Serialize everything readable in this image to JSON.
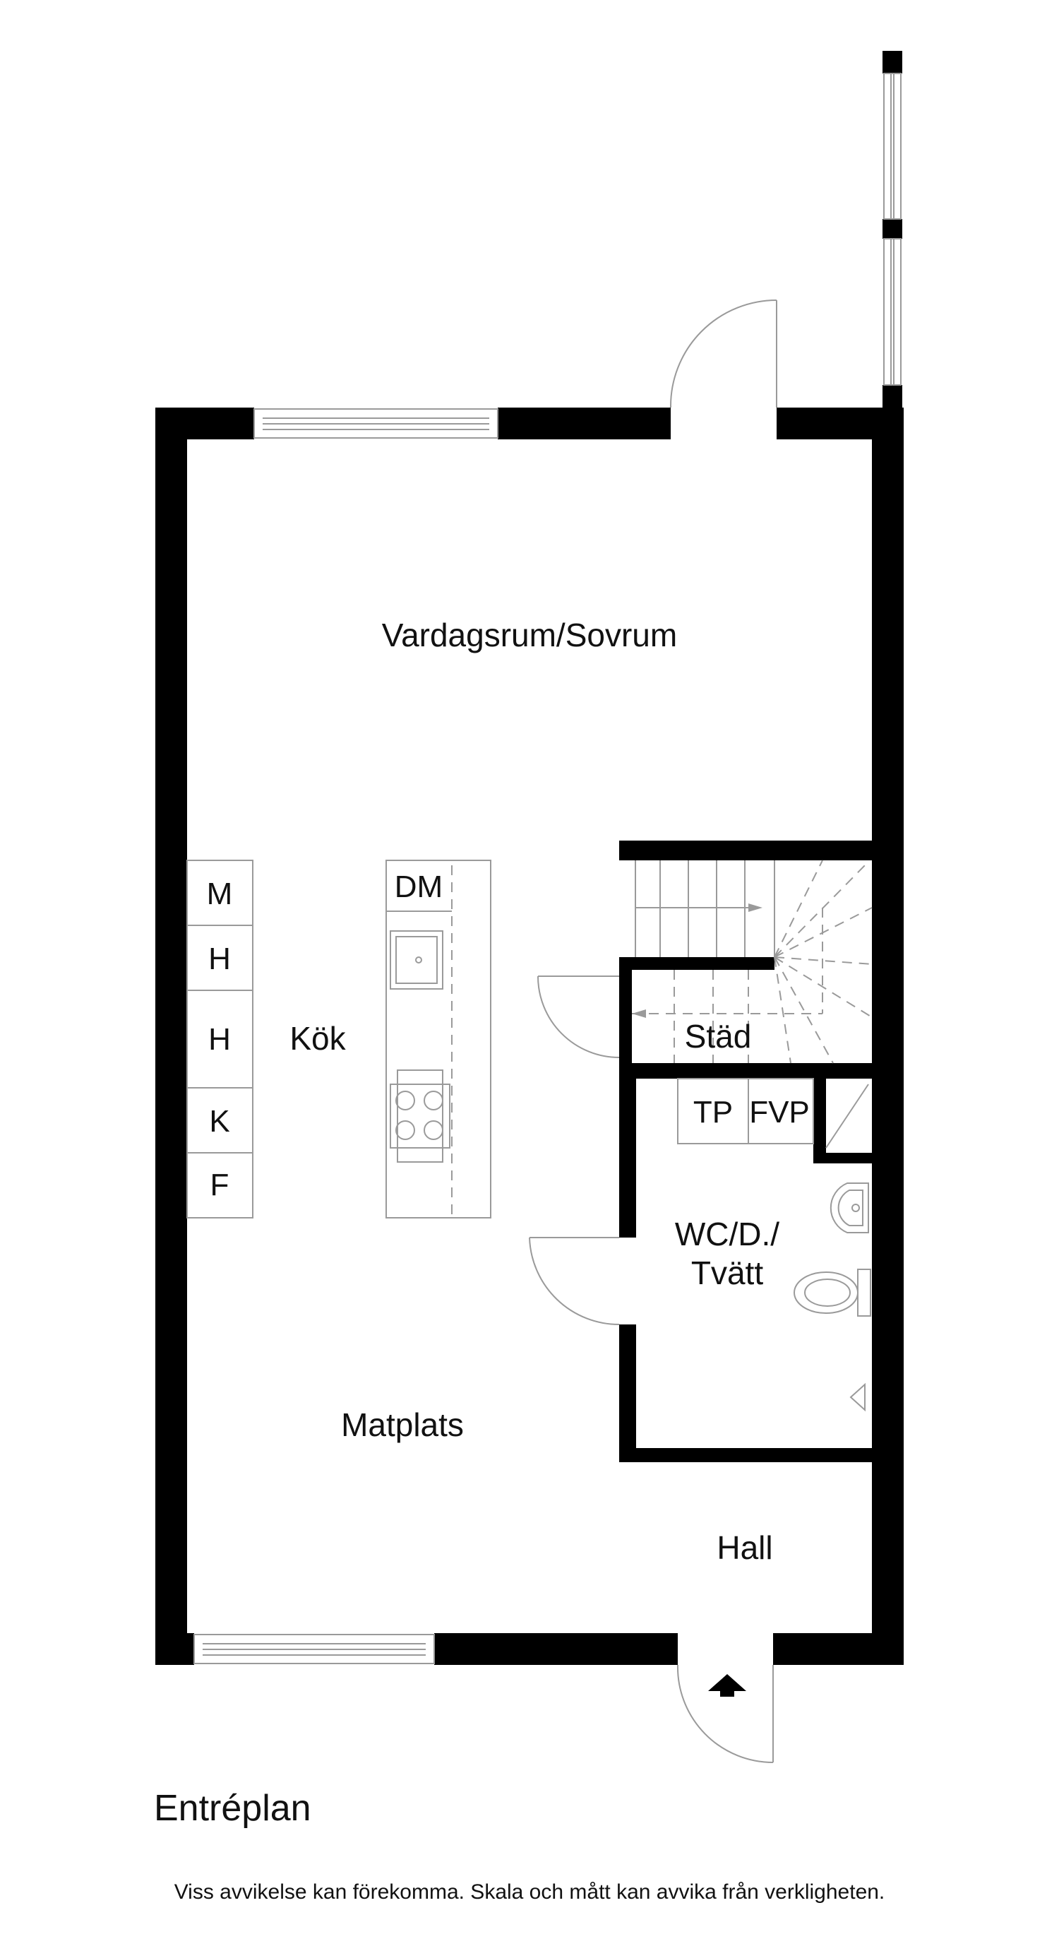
{
  "plan_title": "Entréplan",
  "disclaimer": "Viss avvikelse kan förekomma. Skala och mått kan avvika från verkligheten.",
  "rooms": {
    "vardagsrum": "Vardagsrum/Sovrum",
    "kok": "Kök",
    "matplats": "Matplats",
    "stad": "Städ",
    "wc_line1": "WC/D./",
    "wc_line2": "Tvätt",
    "hall": "Hall"
  },
  "appliances": {
    "m": "M",
    "h1": "H",
    "h2": "H",
    "k": "K",
    "f": "F",
    "dm": "DM",
    "tp": "TP",
    "fvp": "FVP"
  },
  "colors": {
    "wall": "#000000",
    "line": "#9a9a9a",
    "text": "#111111"
  }
}
